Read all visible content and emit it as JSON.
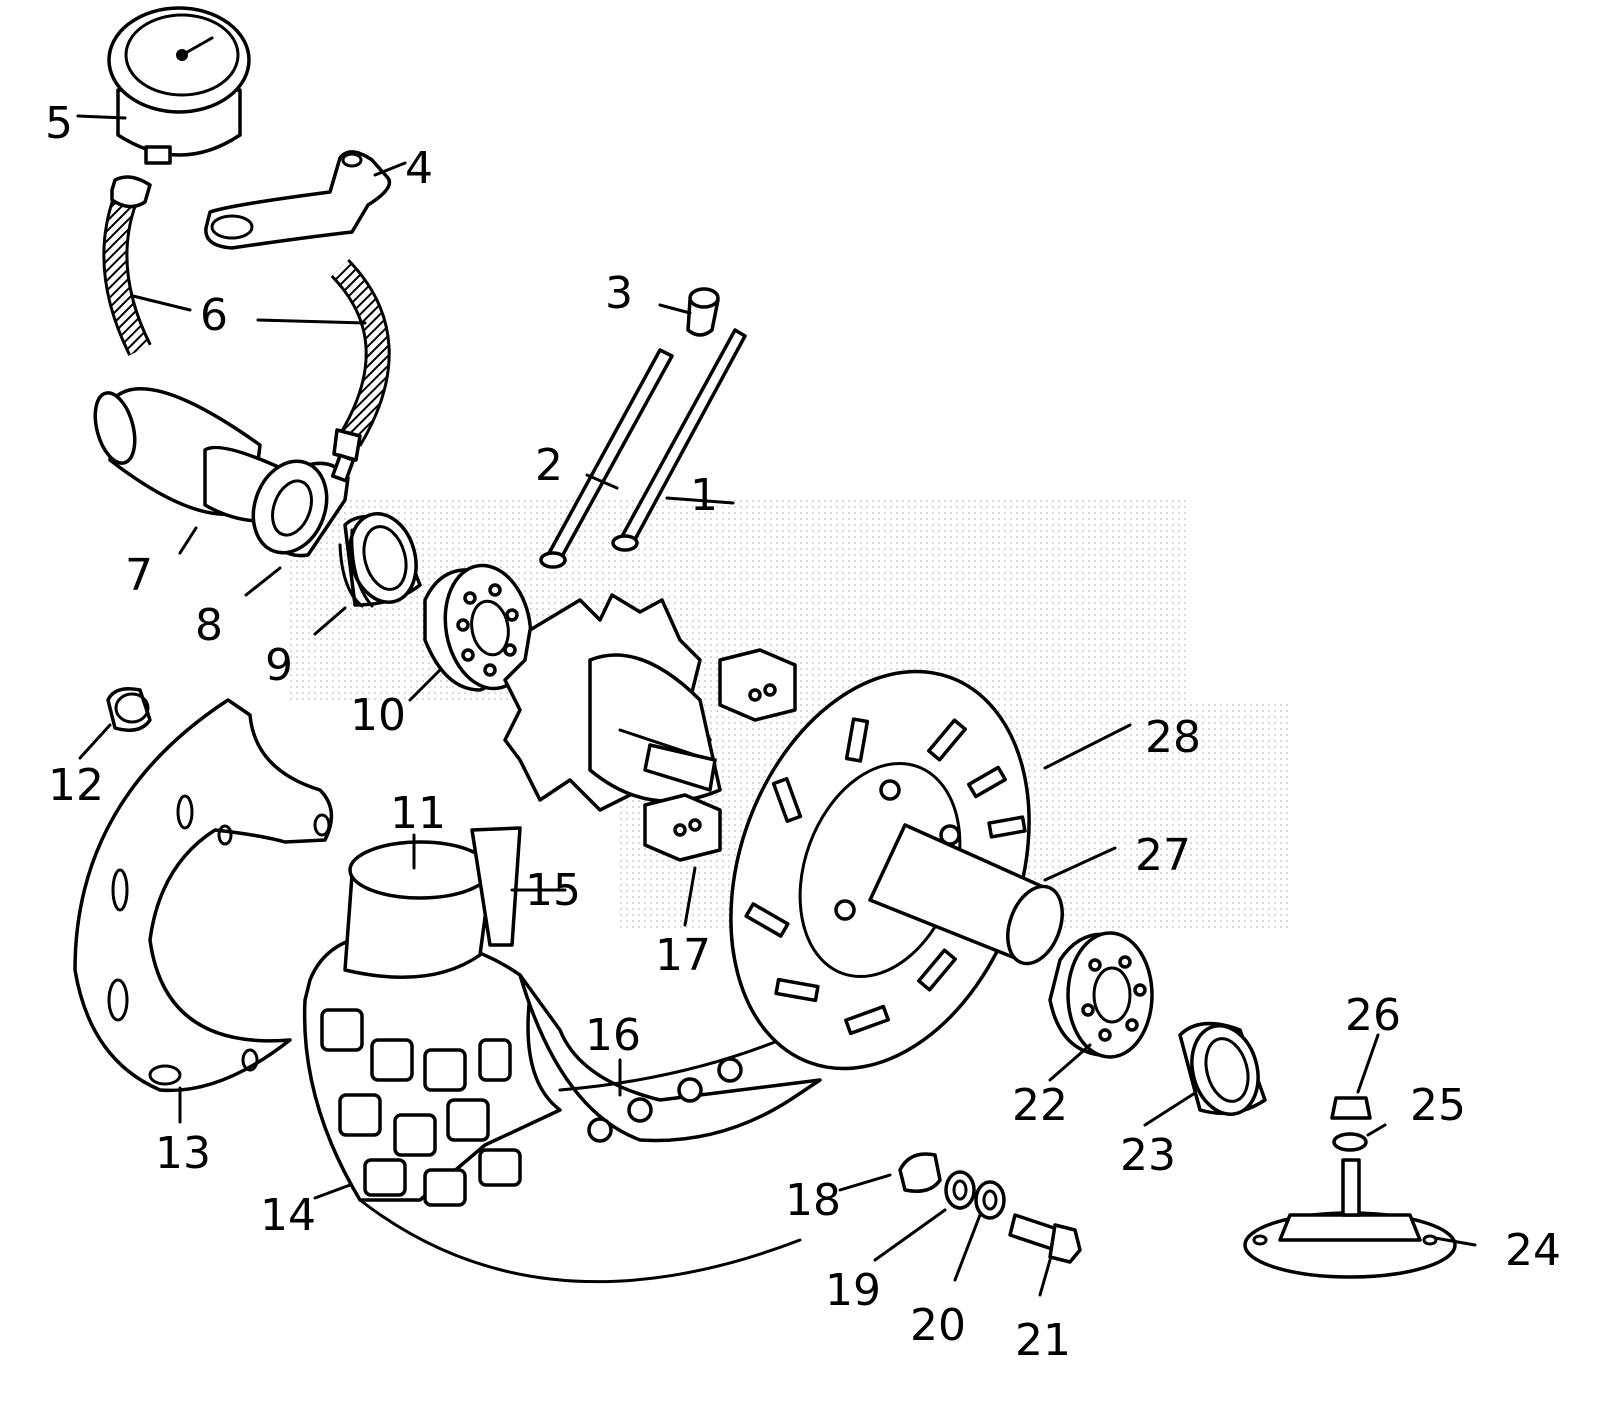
{
  "callouts": [
    {
      "id": "1",
      "text": "1"
    },
    {
      "id": "2",
      "text": "2"
    },
    {
      "id": "3",
      "text": "3"
    },
    {
      "id": "4",
      "text": "4"
    },
    {
      "id": "5",
      "text": "5"
    },
    {
      "id": "6",
      "text": "6"
    },
    {
      "id": "7",
      "text": "7"
    },
    {
      "id": "8",
      "text": "8"
    },
    {
      "id": "9",
      "text": "9"
    },
    {
      "id": "10",
      "text": "10"
    },
    {
      "id": "11",
      "text": "11"
    },
    {
      "id": "12",
      "text": "12"
    },
    {
      "id": "13",
      "text": "13"
    },
    {
      "id": "14",
      "text": "14"
    },
    {
      "id": "15",
      "text": "15"
    },
    {
      "id": "16",
      "text": "16"
    },
    {
      "id": "17",
      "text": "17"
    },
    {
      "id": "18",
      "text": "18"
    },
    {
      "id": "19",
      "text": "19"
    },
    {
      "id": "20",
      "text": "20"
    },
    {
      "id": "21",
      "text": "21"
    },
    {
      "id": "22",
      "text": "22"
    },
    {
      "id": "23",
      "text": "23"
    },
    {
      "id": "24",
      "text": "24"
    },
    {
      "id": "25",
      "text": "25"
    },
    {
      "id": "26",
      "text": "26"
    },
    {
      "id": "27",
      "text": "27"
    },
    {
      "id": "28",
      "text": "28"
    }
  ],
  "colors": {
    "line": "#000000",
    "background": "#ffffff",
    "watermark": "#e3e3e3"
  }
}
